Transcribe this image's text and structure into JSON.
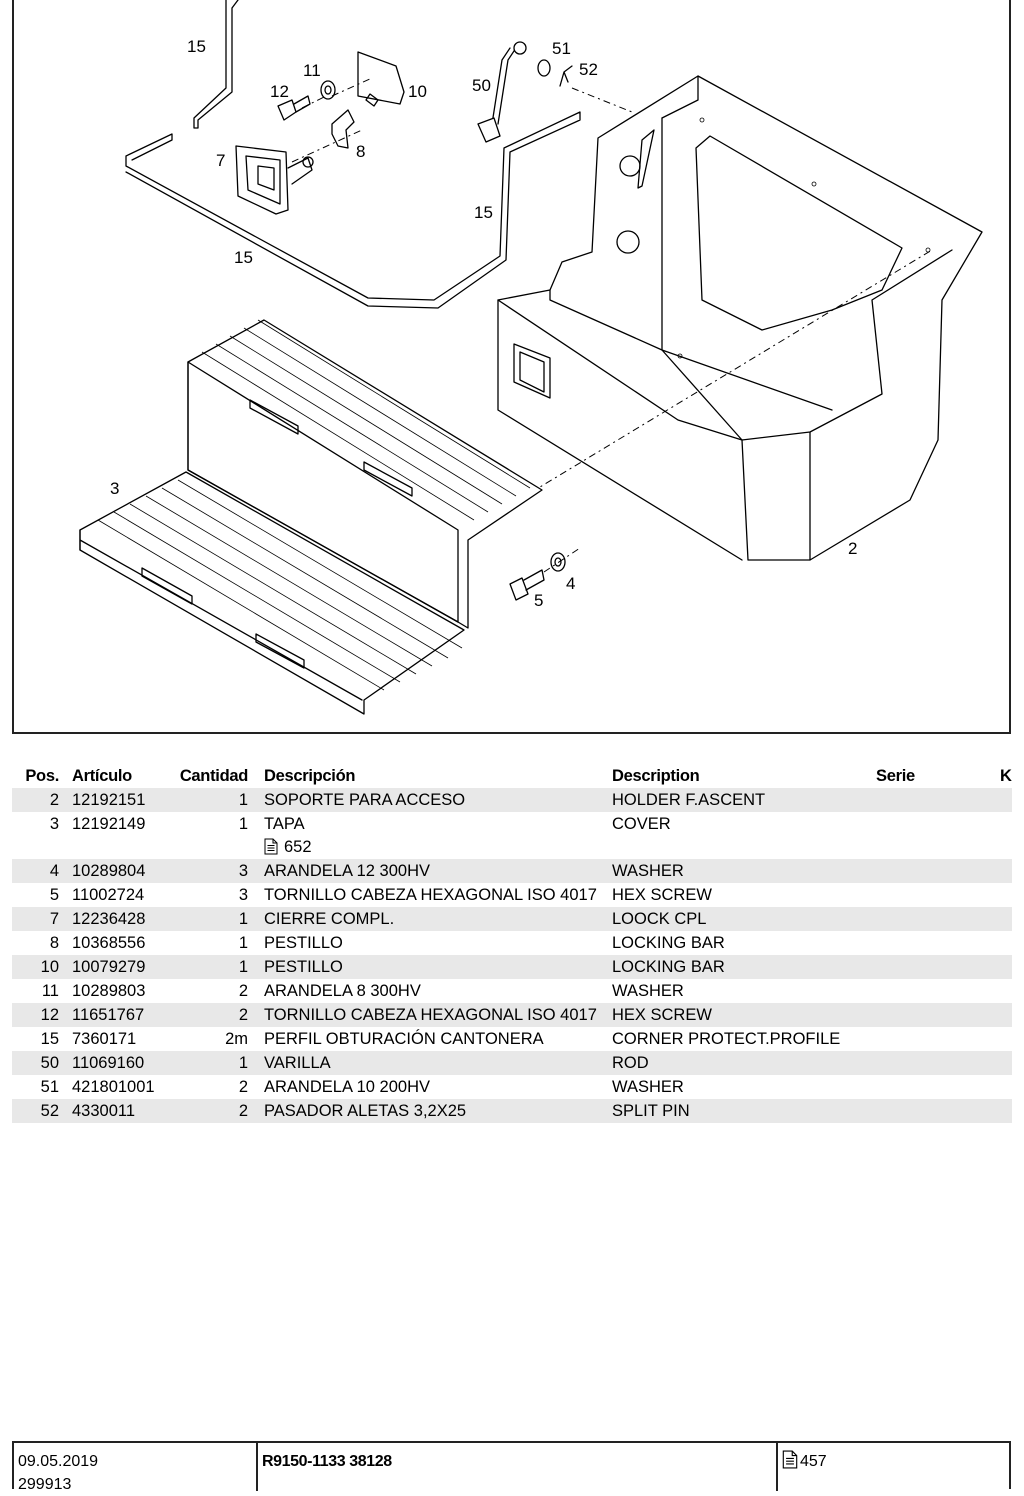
{
  "diagram": {
    "callouts": [
      "15",
      "11",
      "10",
      "12",
      "8",
      "7",
      "15",
      "15",
      "50",
      "51",
      "52",
      "3",
      "5",
      "4",
      "2"
    ]
  },
  "table": {
    "headers": {
      "pos": "Pos.",
      "article": "Artículo",
      "qty": "Cantidad",
      "desc_es": "Descripción",
      "desc_en": "Description",
      "serie": "Serie",
      "k": "K"
    },
    "rows": [
      {
        "pos": "2",
        "article": "12192151",
        "qty": "1",
        "desc_es": "SOPORTE PARA ACCESO",
        "desc_en": "HOLDER F.ASCENT"
      },
      {
        "pos": "3",
        "article": "12192149",
        "qty": "1",
        "desc_es": "TAPA",
        "desc_en": "COVER",
        "ref": "652"
      },
      {
        "pos": "4",
        "article": "10289804",
        "qty": "3",
        "desc_es": "ARANDELA 12 300HV",
        "desc_en": "WASHER"
      },
      {
        "pos": "5",
        "article": "11002724",
        "qty": "3",
        "desc_es": "TORNILLO CABEZA HEXAGONAL ISO 4017",
        "desc_en": "HEX SCREW"
      },
      {
        "pos": "7",
        "article": "12236428",
        "qty": "1",
        "desc_es": "CIERRE COMPL.",
        "desc_en": "LOOCK CPL"
      },
      {
        "pos": "8",
        "article": "10368556",
        "qty": "1",
        "desc_es": "PESTILLO",
        "desc_en": "LOCKING BAR"
      },
      {
        "pos": "10",
        "article": "10079279",
        "qty": "1",
        "desc_es": "PESTILLO",
        "desc_en": "LOCKING BAR"
      },
      {
        "pos": "11",
        "article": "10289803",
        "qty": "2",
        "desc_es": "ARANDELA 8 300HV",
        "desc_en": "WASHER"
      },
      {
        "pos": "12",
        "article": "11651767",
        "qty": "2",
        "desc_es": "TORNILLO CABEZA HEXAGONAL ISO 4017",
        "desc_en": "HEX SCREW"
      },
      {
        "pos": "15",
        "article": "7360171",
        "qty": "2m",
        "desc_es": "PERFIL OBTURACIÓN CANTONERA",
        "desc_en": "CORNER PROTECT.PROFILE"
      },
      {
        "pos": "50",
        "article": "11069160",
        "qty": "1",
        "desc_es": "VARILLA",
        "desc_en": "ROD"
      },
      {
        "pos": "51",
        "article": "421801001",
        "qty": "2",
        "desc_es": "ARANDELA 10 200HV",
        "desc_en": "WASHER"
      },
      {
        "pos": "52",
        "article": "4330011",
        "qty": "2",
        "desc_es": "PASADOR ALETAS 3,2X25",
        "desc_en": "SPLIT PIN"
      }
    ]
  },
  "footer": {
    "date": "09.05.2019",
    "doc_number": "299913",
    "drawing_id": "R9150-1133 38128",
    "page_ref": "457"
  }
}
